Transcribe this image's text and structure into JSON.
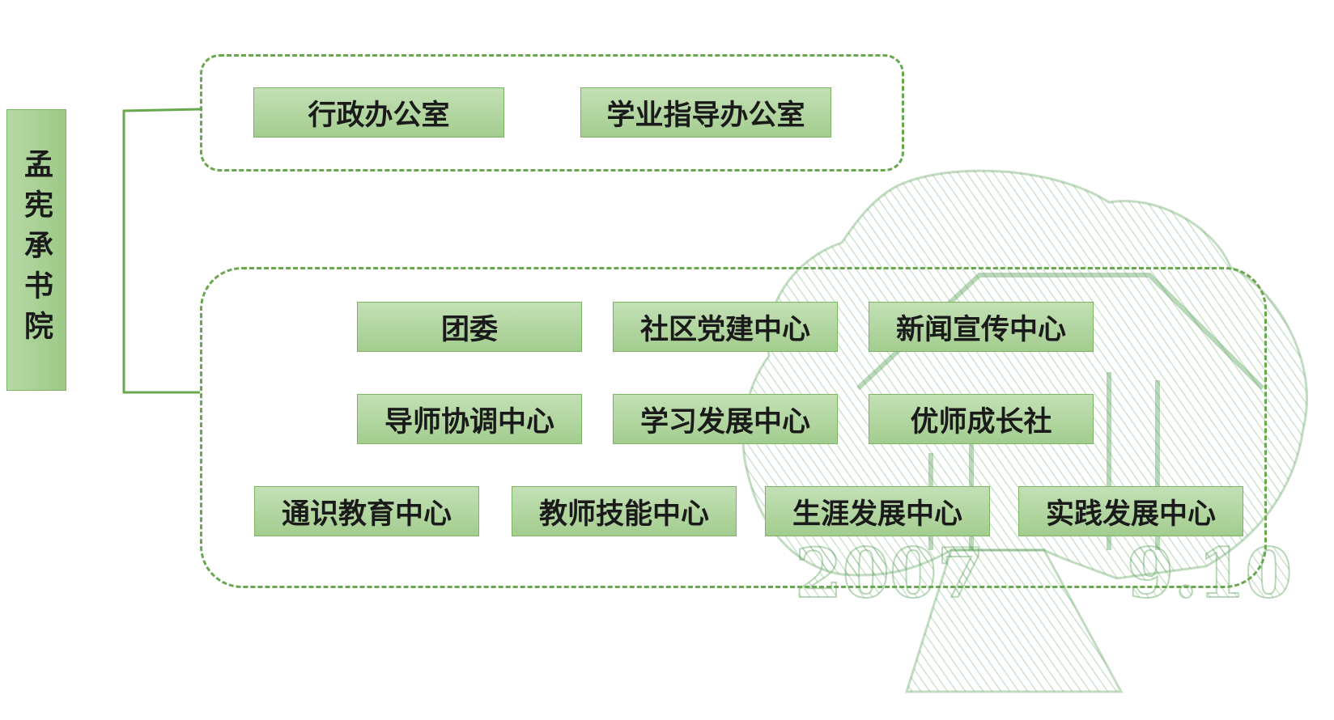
{
  "root": {
    "label": "孟宪承书院"
  },
  "groups": {
    "admin": {
      "items": [
        "行政办公室",
        "学业指导办公室"
      ]
    },
    "centers": {
      "rows": [
        [
          "团委",
          "社区党建中心",
          "新闻宣传中心"
        ],
        [
          "导师协调中心",
          "学习发展中心",
          "优师成长社"
        ],
        [
          "通识教育中心",
          "教师技能中心",
          "生涯发展中心",
          "实践发展中心"
        ]
      ]
    }
  },
  "watermark": {
    "year": "2007",
    "date": "9.10"
  },
  "colors": {
    "node_fill": "#a3cd8f",
    "node_border": "#7bb462",
    "dashed_border": "#6aa84f",
    "connector": "#6aa84f",
    "watermark": "#4f9a4f"
  }
}
